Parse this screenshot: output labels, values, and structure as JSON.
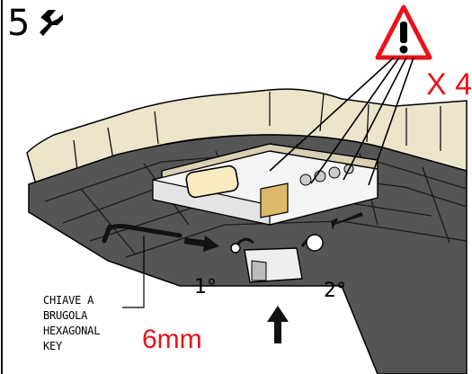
{
  "step": {
    "number": "5",
    "tool_icon": "wrench-icon",
    "warning_icon": "warning-triangle-icon"
  },
  "quantity": {
    "label": "X 4"
  },
  "key": {
    "lines": [
      "CHIAVE A",
      "BRUGOLA",
      "HEXAGONAL",
      "KEY"
    ],
    "size": "6mm"
  },
  "order": {
    "first": "1°",
    "second": "2°"
  },
  "colors": {
    "accent_red": "#e8131b",
    "line": "#000000",
    "tile": "#4a4a4a",
    "ceiling": "#e8dcc0"
  }
}
